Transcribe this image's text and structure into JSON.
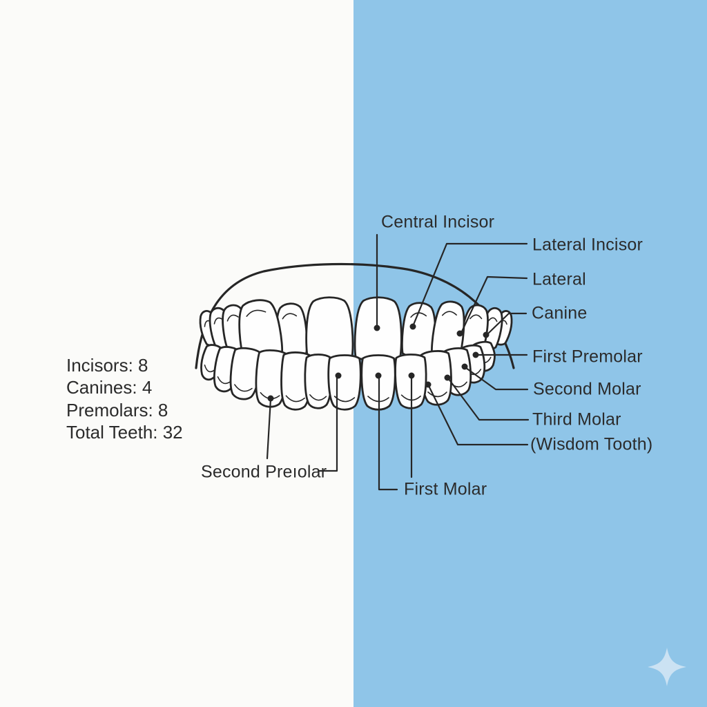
{
  "diagram": {
    "title_context": "dental teeth anatomy diagram",
    "labels": {
      "central_incisor": "Central Incisor",
      "lateral_incisor": "Lateral Incisor",
      "lateral": "Lateral",
      "canine": "Canine",
      "first_premolar": "First Premolar",
      "second_molar": "Second Molar",
      "third_molar": "Third Molar",
      "wisdom_tooth": "(Wisdom Tooth)",
      "second_premolar": "Second Preıolar",
      "first_molar": "First Molar"
    },
    "stats": [
      "Incisors: 8",
      "Canines: 4",
      "Premolars: 8",
      "Total Teeth: 32"
    ]
  },
  "icons": {
    "sparkle": "four-point-sparkle"
  },
  "colors": {
    "background_left": "#fbfbf9",
    "background_right": "#8fc5e8",
    "line_ink": "#262626",
    "text_ink": "#2b2b2b",
    "tooth_fill": "#fefefe",
    "sparkle": "#cbe2f3"
  }
}
